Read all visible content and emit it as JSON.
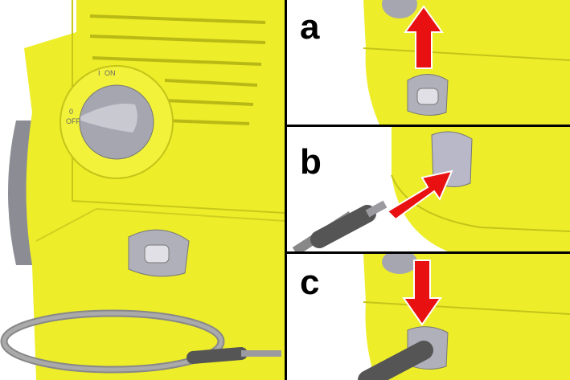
{
  "overview": {
    "knob_on_label": "ON",
    "knob_off_label": "OFF",
    "knob_on_symbol": "I",
    "knob_off_symbol": "0"
  },
  "steps": [
    {
      "label": "a",
      "arrow_direction": "up"
    },
    {
      "label": "b",
      "arrow_direction": "up-right"
    },
    {
      "label": "c",
      "arrow_direction": "down"
    }
  ],
  "colors": {
    "body": "#eded2a",
    "arrow": "#e81010",
    "plastic": "#9a9aa4"
  }
}
